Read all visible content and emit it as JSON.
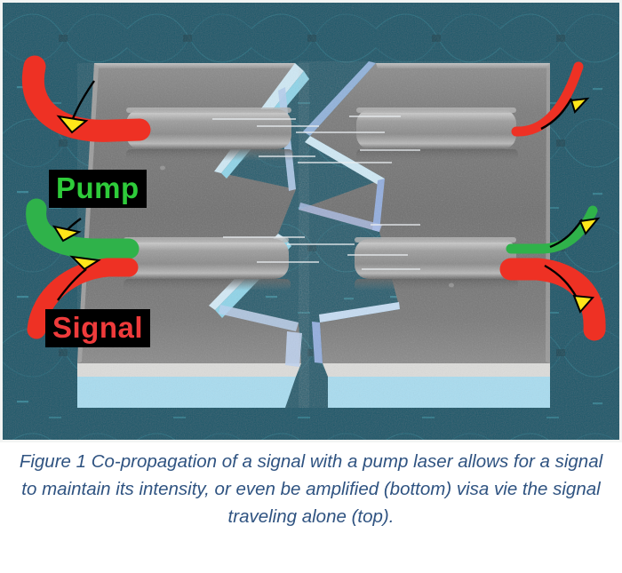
{
  "figure": {
    "alt_title": "Co-propagation of signal and pump laser in a silicon photonic waveguide chip",
    "colors": {
      "background_teal": "#15586a",
      "chip_gray": "#767676",
      "chip_top_gray": "#8a8a8a",
      "substrate_cyan": "#a9dcef",
      "substrate_light_gray": "#d8d8d6",
      "cut_face_cyan": "#8fd4e8",
      "cut_face_blue": "#93aede",
      "signal_red": "#ee3124",
      "pump_green": "#2fb24a",
      "arrowhead_yellow": "#ffe61a",
      "arrow_line_black": "#000000",
      "border_white": "#f2f4f3",
      "caption_blue": "#2f5381"
    },
    "labels": {
      "pump": "Pump",
      "signal": "Signal"
    },
    "beams": [
      {
        "name": "signal-in-top",
        "color": "#ee3124",
        "role": "signal input (top experiment)",
        "thickness": "thick"
      },
      {
        "name": "signal-out-top",
        "color": "#ee3124",
        "role": "signal output (top experiment, attenuated)",
        "thickness": "thin"
      },
      {
        "name": "pump-in-bottom",
        "color": "#2fb24a",
        "role": "pump input (bottom experiment)",
        "thickness": "thick"
      },
      {
        "name": "signal-in-bottom",
        "color": "#ee3124",
        "role": "signal input (bottom experiment)",
        "thickness": "medium"
      },
      {
        "name": "pump-out-bottom",
        "color": "#2fb24a",
        "role": "pump output (bottom experiment, depleted)",
        "thickness": "thin"
      },
      {
        "name": "signal-out-bottom",
        "color": "#ee3124",
        "role": "signal output (bottom experiment, amplified)",
        "thickness": "thick"
      }
    ],
    "waveguides": [
      {
        "name": "waveguide-top-left"
      },
      {
        "name": "waveguide-top-right"
      },
      {
        "name": "waveguide-bottom-left"
      },
      {
        "name": "waveguide-bottom-right"
      }
    ]
  },
  "caption": {
    "text": "Figure 1 Co-propagation of a signal with a pump laser allows for a signal to maintain its intensity, or even be amplified (bottom) visa vie the signal traveling alone (top)."
  }
}
